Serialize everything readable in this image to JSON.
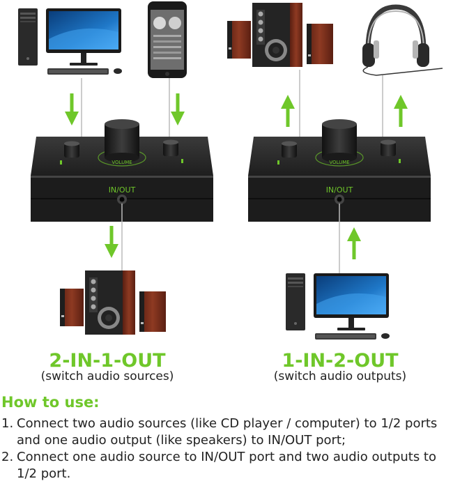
{
  "colors": {
    "accent": "#6fc72a",
    "device": "#2b2b2b",
    "wood": "#7a2e1c"
  },
  "device_labels": {
    "left_port": "IN/OUT",
    "left_knob": "VOLUME",
    "right_port": "IN/OUT",
    "right_knob": "VOLUME"
  },
  "modes": [
    {
      "title": "2-IN-1-OUT",
      "subtitle": "(switch audio sources)"
    },
    {
      "title": "1-IN-2-OUT",
      "subtitle": "(switch audio outputs)"
    }
  ],
  "howto": {
    "title": "How to use:",
    "steps": [
      {
        "num": "1.",
        "text": "Connect two audio sources (like CD player / computer) to 1/2 ports and one audio output (like speakers) to IN/OUT port;"
      },
      {
        "num": "2.",
        "text": "Connect one audio source to IN/OUT port and two audio outputs to 1/2 port."
      }
    ]
  },
  "icons": [
    "desktop-computer-icon",
    "smartphone-icon",
    "speaker-system-icon",
    "headphones-icon",
    "audio-switch-icon",
    "arrow-down-icon",
    "arrow-up-icon"
  ]
}
